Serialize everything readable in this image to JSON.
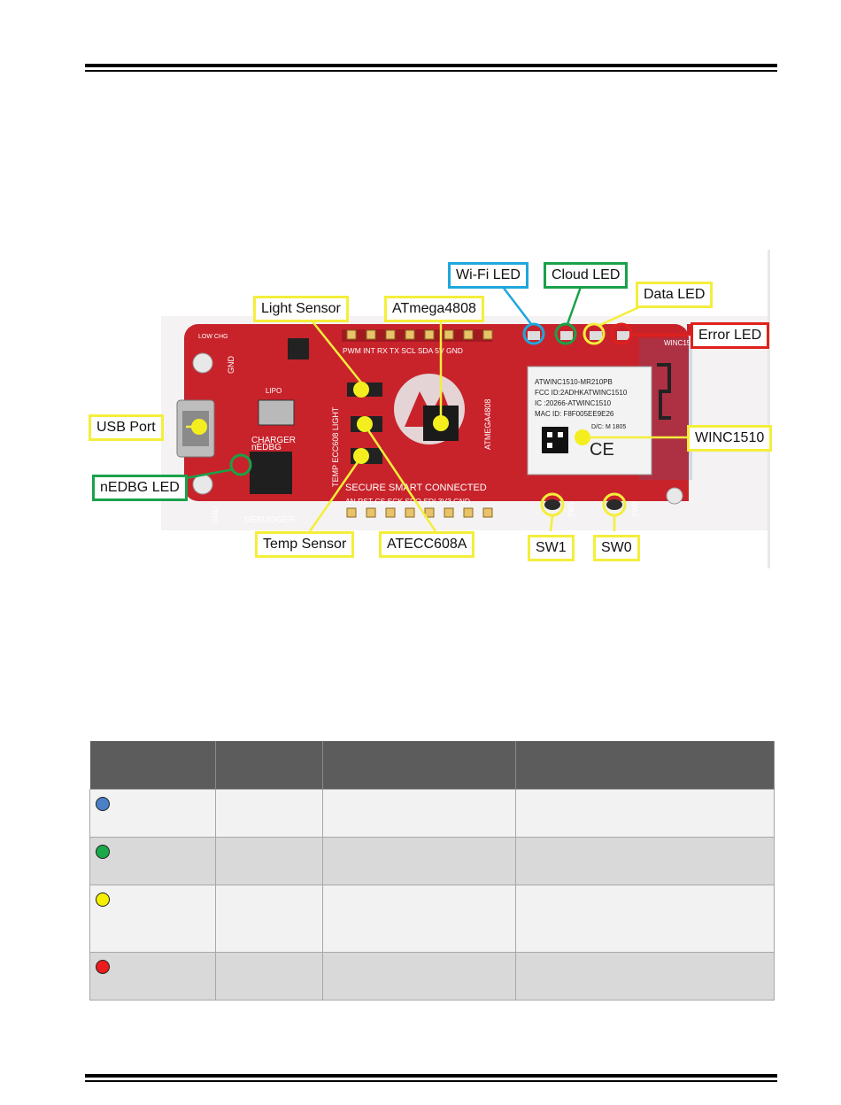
{
  "figure": {
    "callouts": {
      "wifi_led": "Wi-Fi LED",
      "cloud_led": "Cloud LED",
      "data_led": "Data LED",
      "error_led": "Error LED",
      "light_sensor": "Light Sensor",
      "mcu": "ATmega4808",
      "usb_port": "USB Port",
      "nedbg_led": "nEDBG LED",
      "winc": "WINC1510",
      "temp_sensor": "Temp Sensor",
      "crypto": "ATECC608A",
      "sw1": "SW1",
      "sw0": "SW0"
    },
    "board": {
      "header_top": "PWM INT RX TX SCL SDA 5V GND",
      "header_bottom": "AN RST CS SCK SDO SDI 3V3 GND",
      "secure_text": "SECURE SMART CONNECTED",
      "side_text": "TEMP ECC608 LIGHT",
      "mcu_text": "ATMEGA4808",
      "charger_text": "CHARGER",
      "lipo_text": "LIPO",
      "nedbg_text": "nEDBG",
      "debugger_text": "DEBUGGER",
      "gnd_text": "GND",
      "low_chg_text": "LOW CHG",
      "winc_edge_text": "WINC1510",
      "module_lines": [
        "ATWINC1510-MR210PB",
        "FCC ID:2ADHKATWINC1510",
        "IC :20266-ATWINC1510",
        "MAC ID: F8F005EE9E26"
      ],
      "module_dc": "D/C: M 1805",
      "ce_mark": "CE",
      "sw0_edge": "SW0",
      "sw1_edge": "SW1"
    }
  },
  "table": {
    "rows": [
      {
        "color": "#4a80c8"
      },
      {
        "color": "#19a84a"
      },
      {
        "color": "#f5f000"
      },
      {
        "color": "#ea1c1c"
      }
    ]
  }
}
